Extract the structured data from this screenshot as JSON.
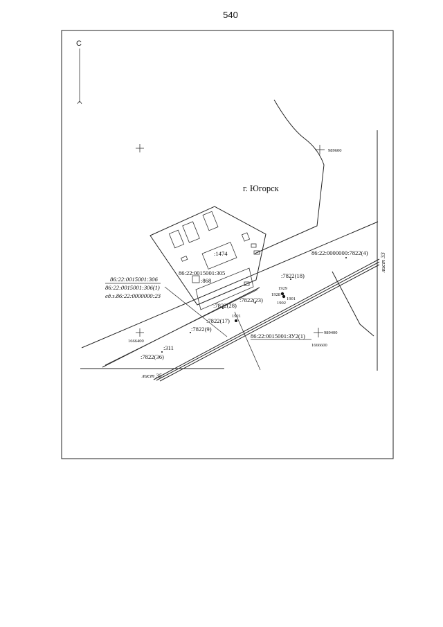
{
  "page_number": "540",
  "north_marker": "С",
  "city_label": "г. Югорск",
  "coordinates": {
    "y_top": "989600",
    "y_bottom": "989400",
    "x_left": "1666400",
    "x_right": "1666600"
  },
  "parcels": {
    "p1474": ":1474",
    "p305": "86:22:0015001:305",
    "p868": ":868",
    "p7822_4": "86:22:0000000:7822(4)",
    "p7822_18": ":7822(18)",
    "p7822_23": ":7822(23)",
    "p7822_28": ":7822(28)",
    "p7822_17": ":7822(17)",
    "p7822_9": ":7822(9)",
    "p311": ":311",
    "p7822_36": ":7822(36)",
    "zu2": "86:22:0015001:ЗУ2(1)"
  },
  "legend_block": {
    "line1": "86:22:0015001:306",
    "line2": "86:22:0015001:306(1)",
    "line3": "ед.з.86:22:0000000:23"
  },
  "points": {
    "n1929": "1929",
    "n1928": "1928",
    "n1901": "1901",
    "n1902": "1902",
    "n1921": "1921"
  },
  "sheets": {
    "bottom": "лист 35",
    "right": "лист 33"
  }
}
